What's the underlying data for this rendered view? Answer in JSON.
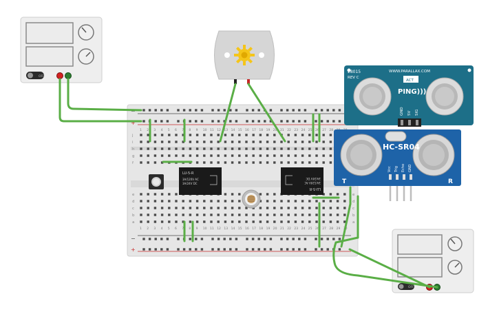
{
  "power_supply_left": {
    "switch_label": "OFF"
  },
  "power_supply_right": {
    "switch_label": "OFF"
  },
  "breadboard": {
    "row_letters_top": [
      "j",
      "i",
      "h",
      "g",
      "f"
    ],
    "row_letters_bottom": [
      "e",
      "d",
      "c",
      "b",
      "a"
    ],
    "column_numbers": [
      "1",
      "2",
      "3",
      "4",
      "5",
      "6",
      "7",
      "8",
      "9",
      "10",
      "11",
      "12",
      "13",
      "14",
      "15",
      "16",
      "17",
      "18",
      "19",
      "20",
      "21",
      "22",
      "23",
      "24",
      "25",
      "26",
      "27",
      "28",
      "29",
      "30"
    ],
    "rail_minus": "−",
    "rail_plus": "+"
  },
  "relay_left": {
    "model": "LU-5-R",
    "rating_1": "3A/120V AC",
    "rating_2": "3A/24V DC"
  },
  "relay_right": {
    "model": "LU-5-R",
    "rating_1": "3A/120V AC",
    "rating_2": "3A/24V DC"
  },
  "ping_sensor": {
    "part_number": "28015",
    "revision": "REV C",
    "website": "WWW.PARALLAX.COM",
    "name": "PING)))",
    "act_label": "ACT",
    "pins": [
      "GND",
      "5V",
      "SIG"
    ]
  },
  "hcsr04_sensor": {
    "name": "HC-SR04",
    "left_marker": "T",
    "right_marker": "R",
    "pins": [
      "Vcc",
      "Trig",
      "Echo",
      "GND"
    ]
  },
  "colors": {
    "wire": "#5aae46",
    "sensor_blue": "#1d6f88",
    "hcsr_blue": "#1e63a8",
    "sun": "#f5c518"
  }
}
